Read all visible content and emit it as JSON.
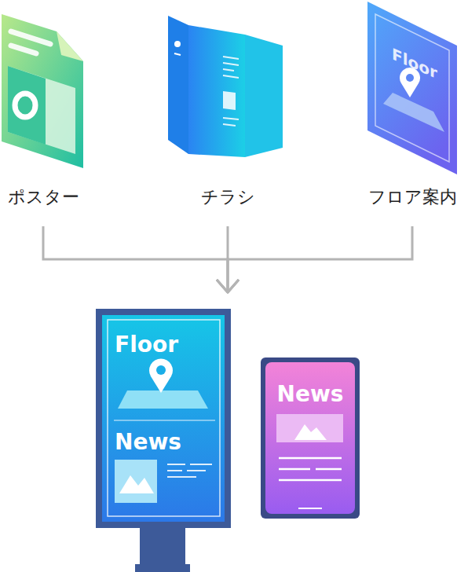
{
  "diagram": {
    "nodes": [
      {
        "text": [
          "ポスター"
        ]
      },
      {
        "text": [
          "チラシ"
        ]
      },
      {
        "text": [
          "Floor",
          "フロア案内"
        ]
      },
      {
        "text": [
          "Floor",
          "News"
        ]
      },
      {
        "text": [
          "News"
        ]
      }
    ],
    "edges": [
      {
        "from": 0,
        "to": 3,
        "arrow": "to"
      },
      {
        "from": 1,
        "to": 3,
        "arrow": "to"
      },
      {
        "from": 2,
        "to": 3,
        "arrow": "to"
      }
    ]
  }
}
